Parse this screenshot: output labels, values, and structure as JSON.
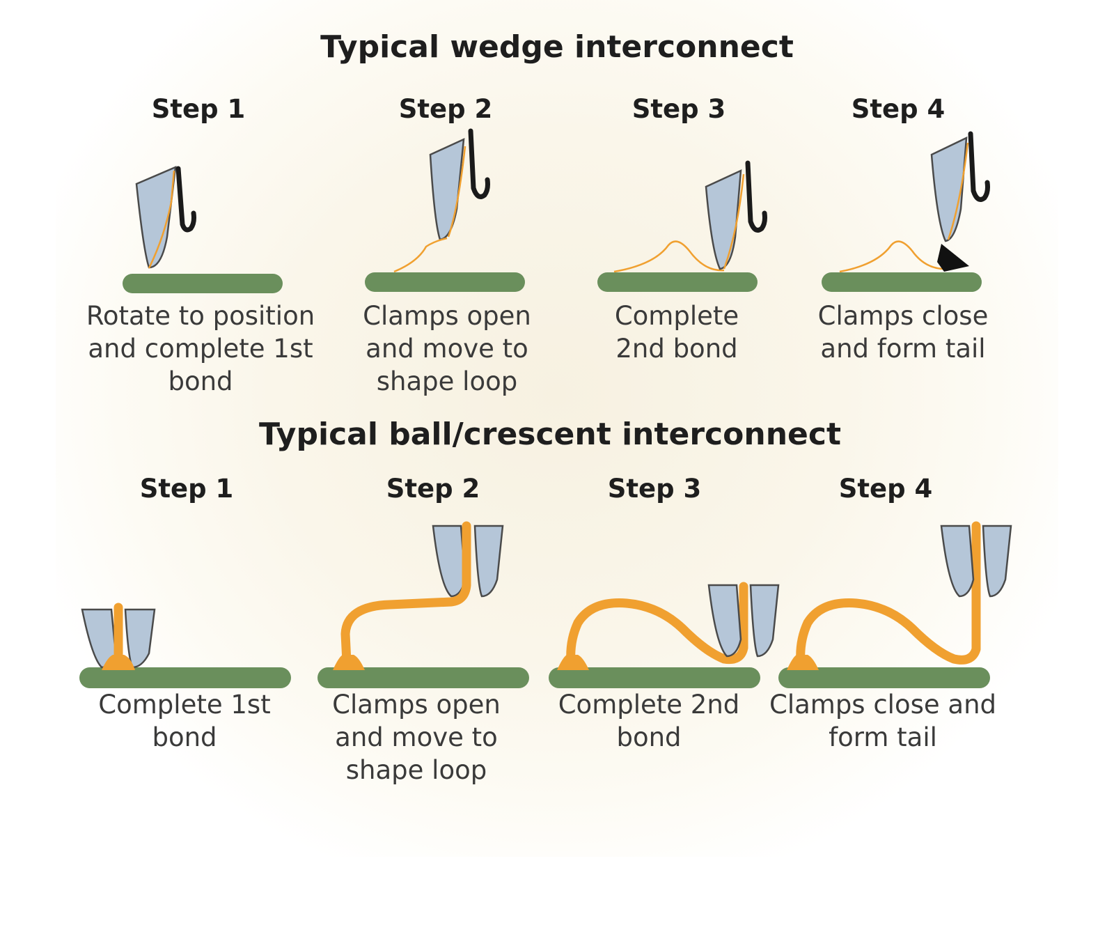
{
  "wedge": {
    "title": "Typical wedge interconnect",
    "steps": [
      {
        "label": "Step 1",
        "caption": "Rotate to position\nand complete 1st\nbond"
      },
      {
        "label": "Step 2",
        "caption": "Clamps open\nand move to\nshape loop"
      },
      {
        "label": "Step 3",
        "caption": "Complete\n2nd bond"
      },
      {
        "label": "Step 4",
        "caption": "Clamps close\nand form tail"
      }
    ]
  },
  "ball": {
    "title": "Typical ball/crescent interconnect",
    "steps": [
      {
        "label": "Step 1",
        "caption": "Complete 1st\nbond"
      },
      {
        "label": "Step 2",
        "caption": "Clamps open\nand move to\nshape loop"
      },
      {
        "label": "Step 3",
        "caption": "Complete 2nd\nbond"
      },
      {
        "label": "Step 4",
        "caption": "Clamps close and\nform tail"
      }
    ]
  },
  "colors": {
    "substrate": "#6a8f5c",
    "wire": "#f0a030",
    "tool": "#b5c6d8",
    "tool_outline": "#4a4a4a",
    "clamp": "#1a1a1a"
  }
}
